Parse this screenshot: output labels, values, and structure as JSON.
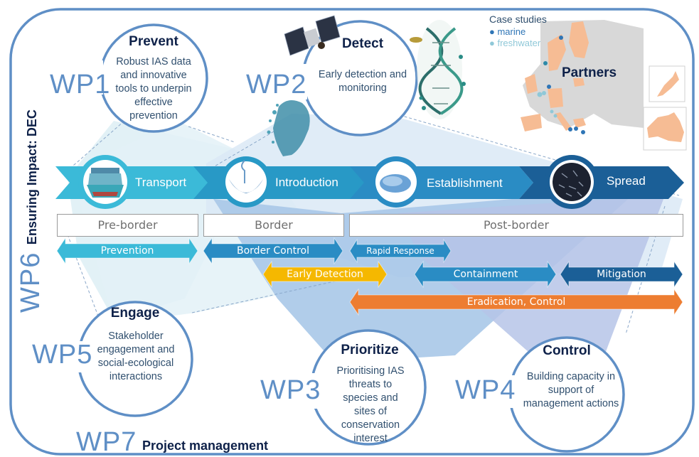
{
  "colors": {
    "frame": "#5f8fc6",
    "title_dark": "#0e2149",
    "transport": "#3bbad8",
    "introduction": "#2899c6",
    "establishment": "#2a8cc4",
    "spread": "#1b5f97",
    "early_detection": "#f5b800",
    "eradication": "#ed7d31",
    "partner_country": "#f6bc94",
    "non_partner": "#d8d8d8",
    "marine_dot": "#2e75b6",
    "freshwater_dot": "#8fc8d8"
  },
  "work_packages": [
    {
      "id": "WP1",
      "title": "Prevent",
      "description": "Robust IAS data and innovative tools to underpin effective prevention"
    },
    {
      "id": "WP2",
      "title": "Detect",
      "description": "Early detection and monitoring"
    },
    {
      "id": "WP3",
      "title": "Prioritize",
      "description": "Prioritising IAS threats to species and sites of conservation interest"
    },
    {
      "id": "WP4",
      "title": "Control",
      "description": "Building capacity in support of management actions"
    },
    {
      "id": "WP5",
      "title": "Engage",
      "description": "Stakeholder engagement and social-ecological interactions"
    },
    {
      "id": "WP6",
      "title": "Ensuring Impact: DEC"
    },
    {
      "id": "WP7",
      "title": "Project management"
    }
  ],
  "invasion_stages": [
    {
      "label": "Transport",
      "image": "container-ship"
    },
    {
      "label": "Introduction",
      "image": "hook-jellyfish"
    },
    {
      "label": "Establishment",
      "image": "mussel"
    },
    {
      "label": "Spread",
      "image": "black-seeds"
    }
  ],
  "border_zones": [
    "Pre-border",
    "Border",
    "Post-border"
  ],
  "management_arrows": [
    {
      "label": "Prevention",
      "color": "#3bbad8"
    },
    {
      "label": "Border Control",
      "color": "#2a8cc4"
    },
    {
      "label": "Rapid Response",
      "color": "#2a8cc4"
    },
    {
      "label": "Early Detection",
      "color": "#f5b800"
    },
    {
      "label": "Containment",
      "color": "#2a8cc4"
    },
    {
      "label": "Mitigation",
      "color": "#1b5f97"
    },
    {
      "label": "Eradication, Control",
      "color": "#ed7d31"
    }
  ],
  "map": {
    "title": "Partners",
    "legend_title": "Case studies",
    "legend": [
      {
        "label": "marine",
        "color": "#2e75b6"
      },
      {
        "label": "freshwater",
        "color": "#8fc8d8"
      }
    ]
  }
}
